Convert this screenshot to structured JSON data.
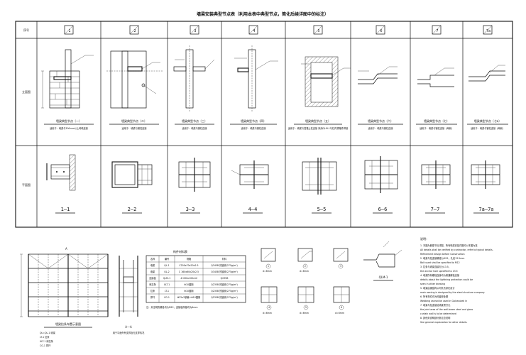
{
  "sheet": {
    "title": "墙梁安装典型节点表（利用本表中典型节点，简化后续详图中的标注）"
  },
  "table": {
    "row_header": "序号",
    "row_labels": [
      "立面图",
      "平面图"
    ],
    "columns": [
      {
        "num": "1",
        "title": "墙梁典型节点（一）",
        "note": "适用于：墙梁与300mm以上砖墙连接",
        "section": "1—1"
      },
      {
        "num": "2",
        "title": "墙梁典型节点（二）",
        "note": "适用于：墙梁与钢柱连接",
        "section": "2—2"
      },
      {
        "num": "3",
        "title": "墙梁典型节点（三）",
        "note": "适用于：墙梁与钢柱连接",
        "section": "3—3"
      },
      {
        "num": "4",
        "title": "墙梁典型节点（四）",
        "note": "适用于：墙梁与钢柱连接",
        "section": "4—4"
      },
      {
        "num": "5",
        "title": "墙梁典型节点（五）",
        "note": "适用于：墙梁与混凝土柱连接 采用QLM-1与柱内预埋件焊接",
        "section": "5—5"
      },
      {
        "num": "6",
        "title": "墙梁典型节点（六）",
        "note": "适用于：墙梁与钢柱连接",
        "section": "6—6"
      },
      {
        "num": "7",
        "title": "墙梁典型节点（七）",
        "note": "适用于：墙梁与钢柱连接（两侧）",
        "section": "7—7"
      },
      {
        "num": "7a",
        "title": "墙梁典型节点（七a）",
        "note": "适用于：墙梁与钢柱连接（两侧）",
        "section": "7a—7a"
      }
    ]
  },
  "elevation": {
    "title": "墙梁拉条布置示意图",
    "label_a": "A",
    "notes": [
      "QL=QL-1 墙梁",
      "LT-1 拉条",
      "XLT-1 斜拉条",
      "CG-1 撑杆"
    ]
  },
  "section_aa": {
    "label": "A—A",
    "caption": "用于平面外有支撑及无支撑情况"
  },
  "member_table": {
    "title": "构件材料表",
    "headers": [
      "名称",
      "编号",
      "规格",
      "材料"
    ],
    "rows": [
      [
        "墙梁",
        "QL-1",
        "C200x70x20x2.5",
        "Q345B 热镀锌(275g/m²)"
      ],
      [
        "墙梁",
        "QL-2",
        "C 160x60x20x2.5",
        "Q345B 热镀锌(275g/m²)"
      ],
      [
        "连接板",
        "QLM-1",
        "-8 200x100x12",
        "Q235B"
      ],
      [
        "斜拉条",
        "XLT-1",
        "Φ10圆钢",
        "Q235B 热镀锌(275g/m²)"
      ],
      [
        "拉条",
        "LT-1",
        "Φ10圆钢",
        "Q235B 热镀锌(275g/m²)"
      ],
      [
        "撑杆",
        "CG-1",
        "Φ32x2钢管+Φ10圆钢",
        "Q235B 热镀锌(275g/m²)"
      ]
    ],
    "footnote": "注：未注明的螺栓均为M12，连接板厚度均为6mm"
  },
  "details": {
    "numbers": [
      "1",
      "2",
      "3",
      "4",
      "5",
      "6"
    ],
    "qlm_label": "QLM-1",
    "dim_label": "d=6mm"
  },
  "notes": {
    "title": "说明：",
    "lines": [
      "1. 本图为典型节点详图，所有墙梁安装详图均以本图为准",
      "All details shall be verified by contractor, refer to typical details.",
      "Refinement design before Construction",
      "2. 墙梁与柱连接螺栓为M12，孔径13.5mm",
      "Bolt used shall be specified to M12",
      "3. 拉条与墙梁连接孔为13.5，",
      "the anchor hole specified to 13.5",
      "4. 墙梁所有螺栓连接均为普通螺栓连接",
      "details about the lightning protection could be",
      "seen in other drawing",
      "5. 墙梁由钢结构公司负责深化设计",
      "main awning is designed by the steel structure company",
      "6. 所有构件均为热镀锌处理",
      "Webbing cannot be used in Galvanized in",
      "7. 墙梁与柱连接处墙梁须打孔",
      "the joint area of the wall-beam steel and glass",
      "curtain wall is to be determined",
      "8. 其他未说明部分参见总说明",
      "See general explanation for other details."
    ]
  }
}
